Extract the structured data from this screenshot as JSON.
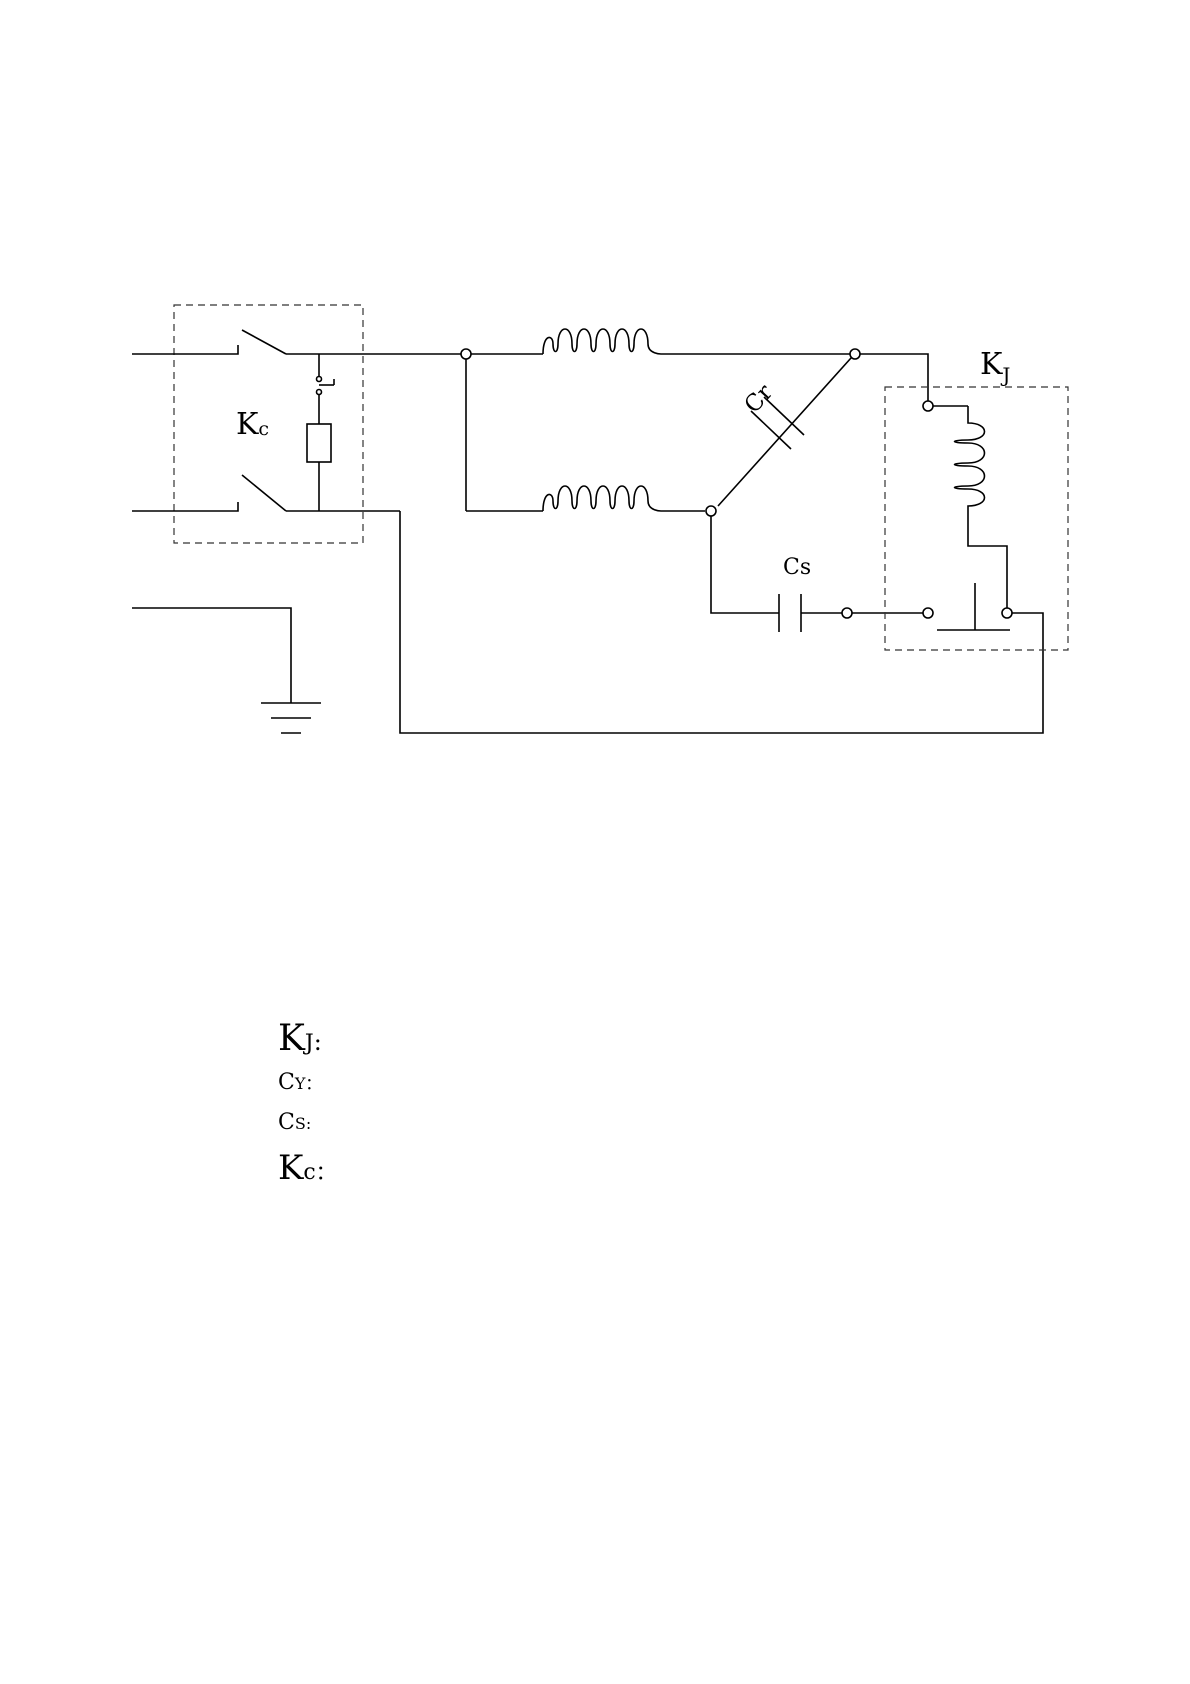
{
  "diagram": {
    "labels": {
      "kc": {
        "main": "K",
        "sub": "c"
      },
      "kj": {
        "main": "K",
        "sub": "J"
      },
      "cr": "Cr",
      "cs": "Cs"
    }
  },
  "legend": {
    "items": [
      {
        "main": "K",
        "sub": "J",
        "suffix": ":"
      },
      {
        "main": "C",
        "sub": "Y",
        "suffix": "："
      },
      {
        "main": "C",
        "sub": "S",
        "suffix": ":"
      },
      {
        "main": "K",
        "sub": "c",
        "suffix": "："
      }
    ]
  }
}
